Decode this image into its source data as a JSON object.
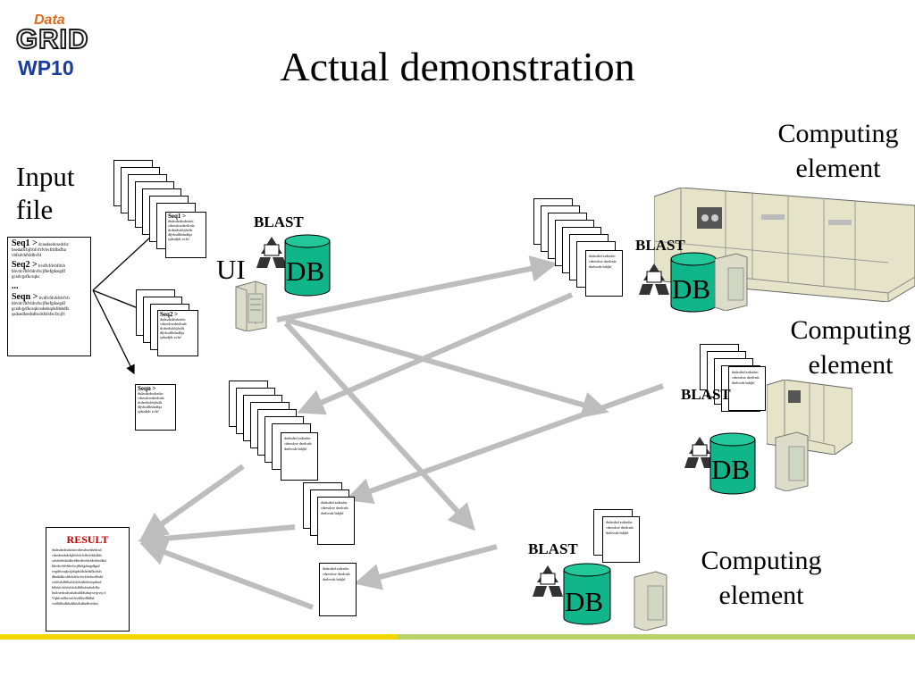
{
  "logo": {
    "top": "Data",
    "middle": "GRID",
    "bottom": "WP10"
  },
  "title": "Actual demonstration",
  "input_label": "Input file",
  "ui_label": "UI",
  "db_label": "DB",
  "blast_label": "BLAST",
  "ce_label_line1": "Computing",
  "ce_label_line2": "element",
  "input_file": {
    "seq1_label": "Seq1 >",
    "seq1_text": "dcsedsedcsedcbc bsedabcbjfrbfvfrfvbvfrbfbsfba vbfsdvbfsfdbvfd",
    "seq2_label": "Seq2 >",
    "seq2_text": "bvdfvfdvbfdvb bbvdcvbfvbbvfscjfbefgdsegdf gcsdvgsfkcsqkc",
    "ellipsis": "...",
    "seqn_label": "Seqn >",
    "seqn_text": "bvdfvfdvbfdvfvb bbvdcvbfvbbvfscjfbefgdsegdf gcsdvgsfkcsqkcsdsdsqdsfdsbdfs qsdsedfsedsdbcdsfsfsfscfzcjfv"
  },
  "split_cards": {
    "seq1_label": "Seq1 >",
    "seq2_label": "Seq2 >",
    "seqn_label": "Seqn >",
    "text": "dsdzsdzdzsdzsdzc cdsesdcsedsedcsdc dcdsedsdcbjfsdfs dljvbsdfhsbsdbja sjdsadjdc zcfsf"
  },
  "result_card": {
    "title": "RESULT",
    "text": "dsdzsdzdzsdzsdzcdsesdcsedsedcsd cdsedsedsdcbjfrbfvfrfvfbvfrbfsfbfs svbfsdvbfsfdbvfdbvdfvfdvfdvfdvfdbd bbvdcvbfvbbvfscjfbefgdsegdfgsd vegdfscsqkcsjdsqdsfdsfsfdsfkcdsfs dbsdzdkcsfdsfsfsfscfzcfsfsfsczfbsbf csfsfsdsfbfbsfsfsfsfsfdsfsfsfqsdzsd bfbfsfcfsfsfsfsfsfsfbfbsfssdsdcfkc bsdcsedcsdcsdsdcsdddsdsqcsvqcvq cf Vqbfcsdfkvcsfcbvdfbvdfbfbd vsdfbfbsdbfsdsbfsdsdbsdbvfdsfs"
  },
  "output_card_text": "dsdzsdzd zsdzsdzc cdsesdcse dsedcsdc dsebvsds bsbjbf"
}
